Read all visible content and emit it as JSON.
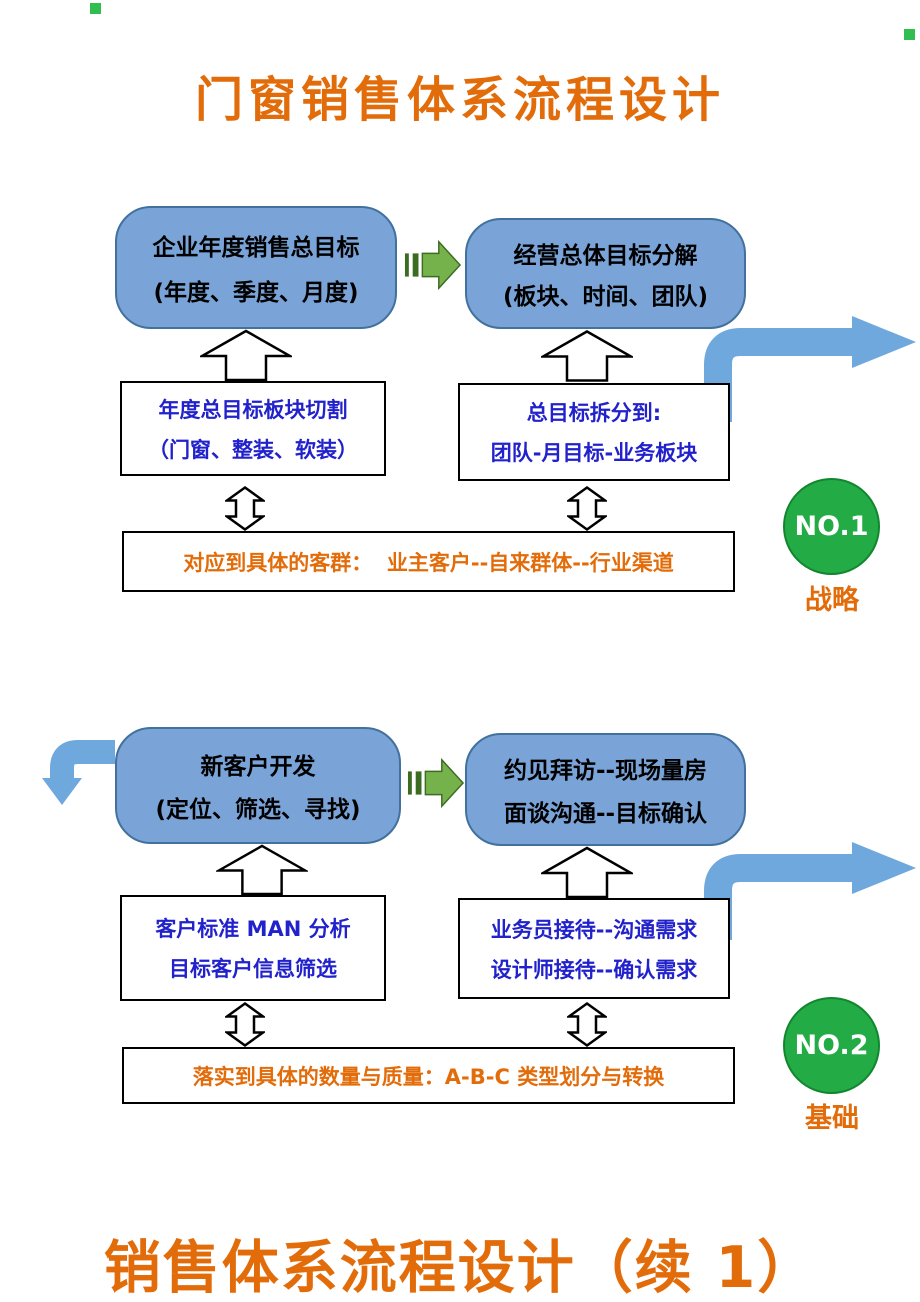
{
  "page": {
    "title": "门窗销售体系流程设计",
    "footer_title": "销售体系流程设计（续 1）"
  },
  "colors": {
    "accent_orange": "#E36C0A",
    "box_blue": "#7AA4D8",
    "box_blue_border": "#41719C",
    "arrow_blue": "#6FA8DC",
    "arrow_green": "#76B24C",
    "arrow_green_dark": "#3C6B22",
    "badge_green": "#23AC45",
    "note_text_blue": "#2222CC"
  },
  "icons": {
    "flow_arrow": "striped-right-arrow",
    "support_arrow": "up-block-arrow",
    "link_arrow": "double-vertical-arrow",
    "continue_arrow_right": "curved-right-arrow",
    "continue_arrow_left": "curved-left-down-arrow"
  },
  "section1": {
    "box1": {
      "line1": "企业年度销售总目标",
      "line2": "(年度、季度、月度)"
    },
    "box2": {
      "line1": "经营总体目标分解",
      "line2": "(板块、时间、团队)"
    },
    "note1": {
      "line1": "年度总目标板块切割",
      "line2": "（门窗、整装、软装）"
    },
    "note2": {
      "line1": "总目标拆分到:",
      "line2": "团队-月目标-业务板块"
    },
    "summary": "对应到具体的客群：  业主客户--自来群体--行业渠道",
    "badge": {
      "label": "NO.1",
      "caption": "战略"
    }
  },
  "section2": {
    "box1": {
      "line1": "新客户开发",
      "line2": "(定位、筛选、寻找)"
    },
    "box2": {
      "line1": "约见拜访--现场量房",
      "line2": "面谈沟通--目标确认"
    },
    "note1": {
      "line1": "客户标准 MAN 分析",
      "line2": "目标客户信息筛选"
    },
    "note2": {
      "line1": "业务员接待--沟通需求",
      "line2": "设计师接待--确认需求"
    },
    "summary": "落实到具体的数量与质量：A-B-C 类型划分与转换",
    "badge": {
      "label": "NO.2",
      "caption": "基础"
    }
  }
}
